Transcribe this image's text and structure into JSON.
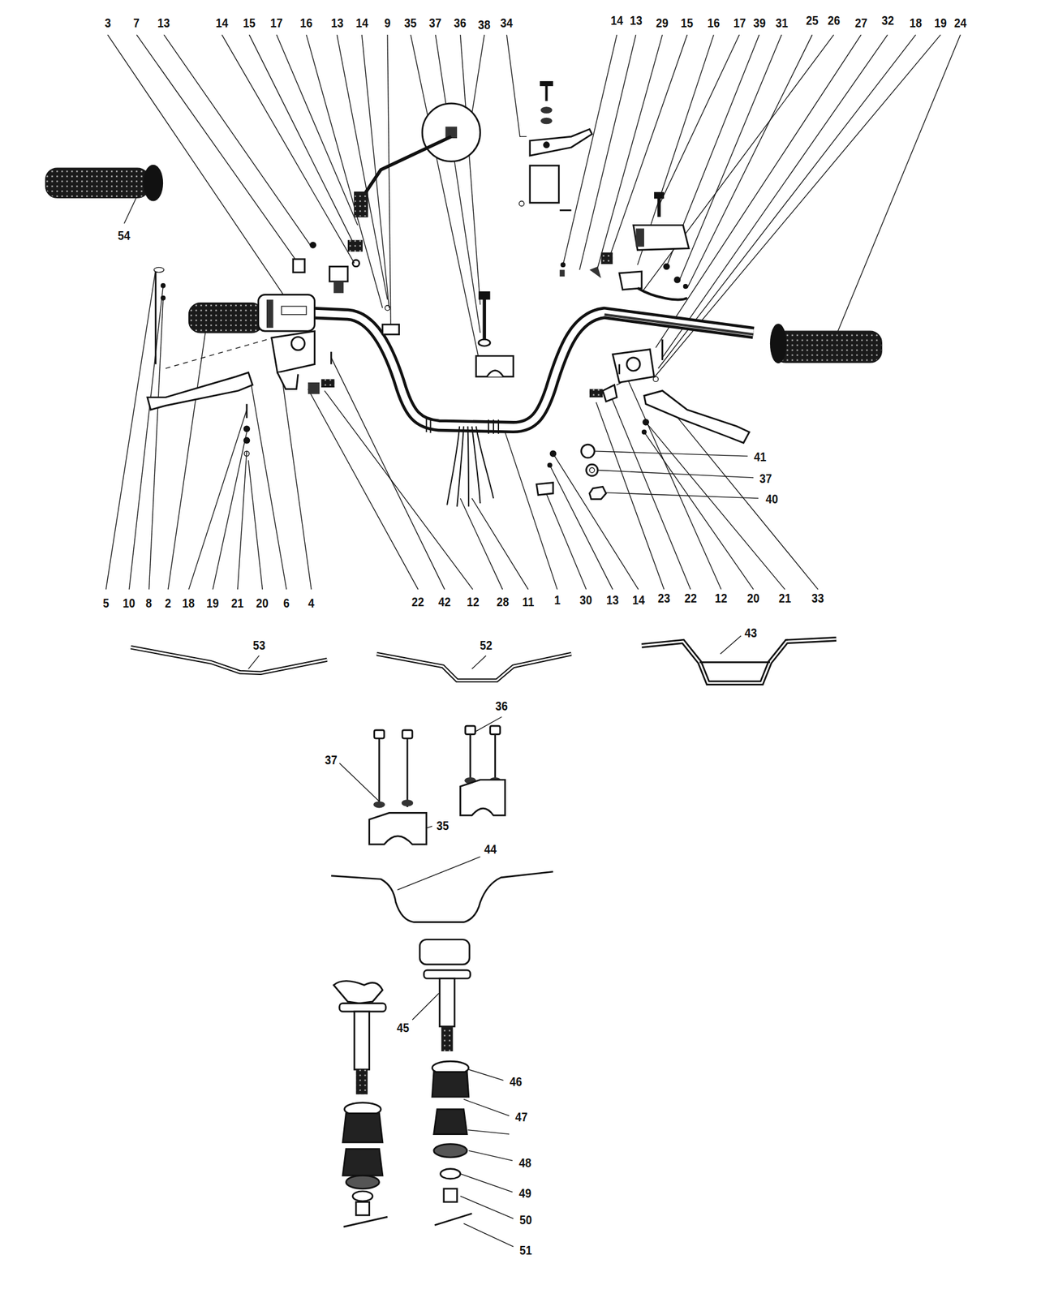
{
  "diagram": {
    "labels": [
      "3",
      "7",
      "13",
      "14",
      "15",
      "17",
      "16",
      "13",
      "14",
      "9",
      "35",
      "37",
      "36",
      "38",
      "34",
      "14",
      "13",
      "29",
      "15",
      "16",
      "17",
      "39",
      "31",
      "25",
      "26",
      "27",
      "32",
      "18",
      "19",
      "24",
      "54",
      "5",
      "10",
      "8",
      "2",
      "18",
      "19",
      "21",
      "20",
      "6",
      "4",
      "22",
      "42",
      "12",
      "28",
      "11",
      "1",
      "30",
      "13",
      "14",
      "23",
      "22",
      "12",
      "20",
      "21",
      "33",
      "41",
      "37",
      "40",
      "53",
      "52",
      "43",
      "36",
      "37",
      "35",
      "44",
      "45",
      "46",
      "47",
      "48",
      "49",
      "50",
      "51"
    ]
  }
}
